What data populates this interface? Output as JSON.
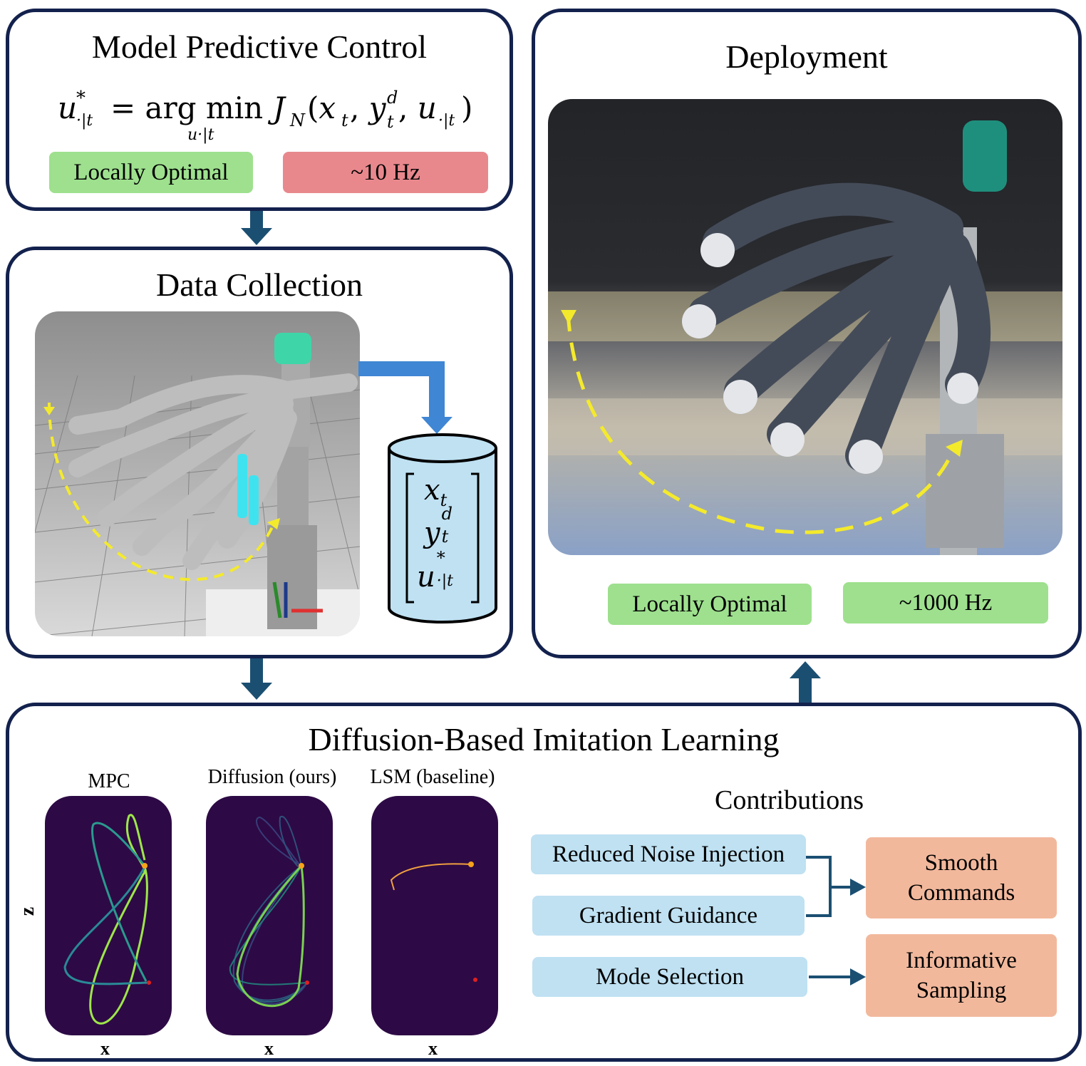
{
  "mpc": {
    "title": "Model Predictive Control",
    "equation": "u*·|t = arg min JN(xt, ytd, u·|t)",
    "argmin_sub": "u·|t",
    "tag_left": "Locally Optimal",
    "tag_right": "~10 Hz",
    "colors": {
      "good": "#9ee08e",
      "bad": "#e8888d"
    }
  },
  "data_collection": {
    "title": "Data Collection",
    "dataset": [
      "x_t",
      "y_t^d",
      "u*_·|t"
    ]
  },
  "deployment": {
    "title": "Deployment",
    "tag_left": "Locally Optimal",
    "tag_right": "~1000 Hz"
  },
  "dbil": {
    "title": "Diffusion-Based Imitation Learning",
    "plots": [
      {
        "label": "MPC",
        "xlabel": "x"
      },
      {
        "label": "Diffusion (ours)",
        "xlabel": "x"
      },
      {
        "label": "LSM (baseline)",
        "xlabel": "x"
      }
    ],
    "zlabel": "z",
    "contributions": {
      "title": "Contributions",
      "methods": [
        "Reduced Noise Injection",
        "Gradient Guidance",
        "Mode Selection"
      ],
      "outcomes": [
        "Smooth Commands",
        "Informative Sampling"
      ]
    }
  },
  "icons": [
    "arrow-icon",
    "cylinder-icon",
    "robot-arm-icon"
  ],
  "colors": {
    "border": "#13214d",
    "arrow": "#1b4f72",
    "plot_bg": "#2d0a45",
    "trajectory": "#f4ea2c"
  }
}
